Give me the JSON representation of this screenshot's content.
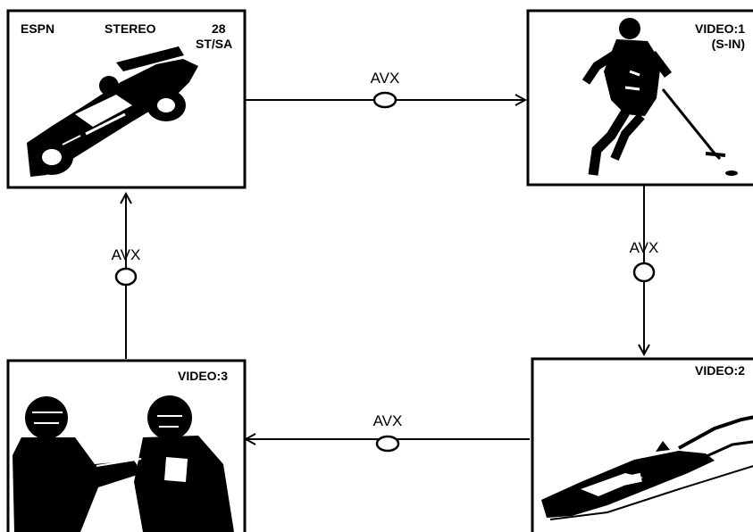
{
  "screens": {
    "espn": {
      "channel_label": "ESPN",
      "audio_label": "STEREO",
      "number_label": "28",
      "mode_label": "ST/SA"
    },
    "video1": {
      "label_line1": "VIDEO:1",
      "label_line2": "(S-IN)"
    },
    "video2": {
      "label": "VIDEO:2"
    },
    "video3": {
      "label": "VIDEO:3"
    }
  },
  "buttons": {
    "top": "AVX",
    "right": "AVX",
    "bottom": "AVX",
    "left": "AVX"
  },
  "colors": {
    "ink": "#000000",
    "paper": "#ffffff"
  },
  "icons": {
    "espn": "race-car-icon",
    "video1": "hockey-player-icon",
    "video2": "speedboat-icon",
    "video3": "football-players-icon"
  }
}
